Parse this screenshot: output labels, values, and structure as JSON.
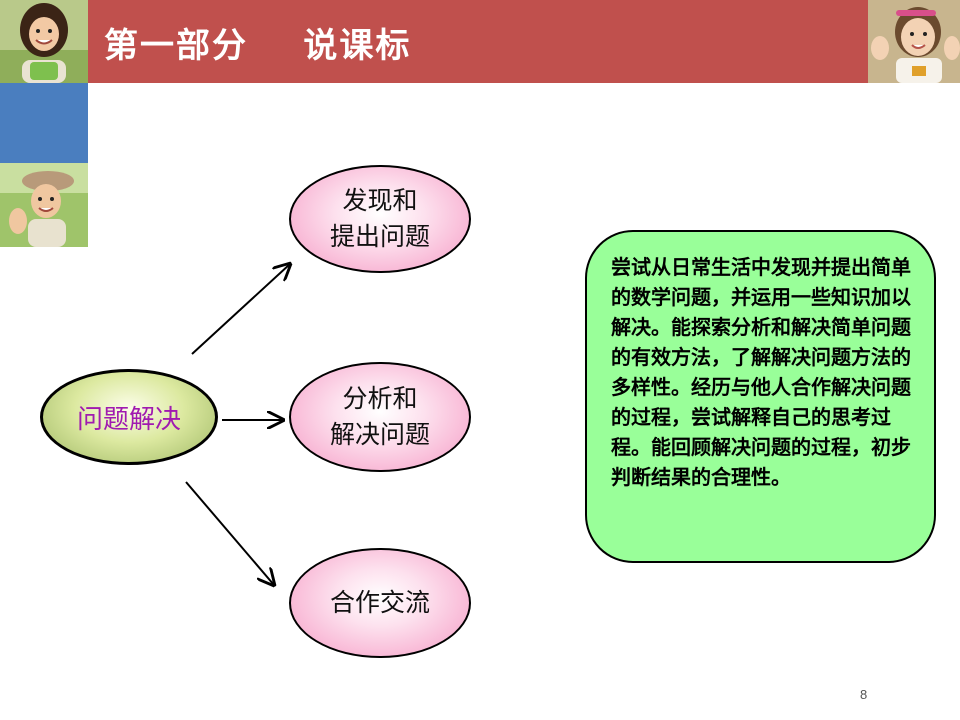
{
  "slide": {
    "title": "第一部分    说课标",
    "page_number": "8"
  },
  "diagram": {
    "center": "问题解决",
    "nodes": [
      {
        "label": "发现和\n提出问题"
      },
      {
        "label": "分析和\n解决问题"
      },
      {
        "label": "合作交流"
      }
    ]
  },
  "info_box": {
    "text": "尝试从日常生活中发现并提出简单的数学问题，并运用一些知识加以解决。能探索分析和解决简单问题的有效方法，了解解决问题方法的多样性。经历与他人合作解决问题的过程，尝试解释自己的思考过程。能回顾解决问题的过程，初步判断结果的合理性。"
  },
  "colors": {
    "title_bar": "#c0504d",
    "blue_block": "#4a7ebf",
    "node_fill": "#f59ac4",
    "center_fill": "#dce9a0",
    "center_text": "#a01ab0",
    "info_fill": "#99ff99"
  },
  "icons": [
    "child-photo-girl",
    "child-photo-toddler",
    "child-photo-clapping"
  ]
}
